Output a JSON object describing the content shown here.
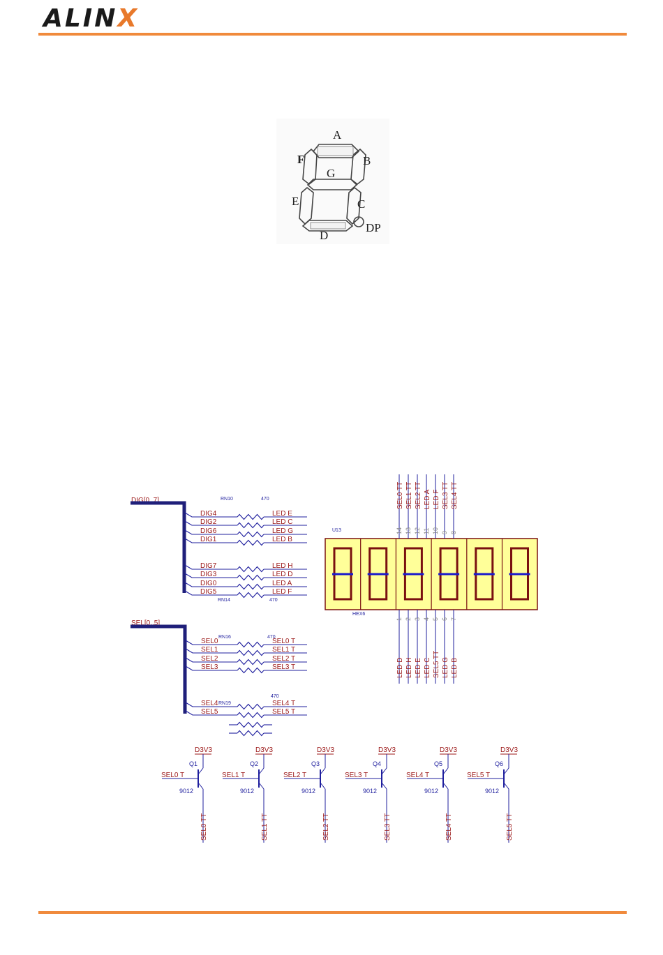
{
  "header": {
    "logo_main": "ALIN",
    "logo_x": "X"
  },
  "colors": {
    "accent": "#f08a3c",
    "wire": "#1f1f9e",
    "label": "#9c1a1a",
    "bus": "#1f1f7a",
    "display_fill": "#ffff99",
    "segment_border": "#7a1010",
    "segment_lit": "#1a1acc"
  },
  "seg_diagram": {
    "labels": {
      "A": "A",
      "B": "B",
      "C": "C",
      "D": "D",
      "E": "E",
      "F": "F",
      "G": "G",
      "DP": "DP"
    }
  },
  "schematic": {
    "dig_bus": "DIG[0..7]",
    "sel_bus": "SEL[0..5]",
    "rn10": {
      "ref": "RN10",
      "value": "470"
    },
    "rn14": {
      "ref": "RN14",
      "value": "470"
    },
    "rn16": {
      "ref": "RN16",
      "value": "470"
    },
    "rn19": {
      "ref": "RN19",
      "value": "470"
    },
    "dig_rows": [
      {
        "in": "DIG4",
        "out": "LED_E"
      },
      {
        "in": "DIG2",
        "out": "LED_C"
      },
      {
        "in": "DIG6",
        "out": "LED_G"
      },
      {
        "in": "DIG1",
        "out": "LED_B"
      },
      {
        "in": "DIG7",
        "out": "LED_H"
      },
      {
        "in": "DIG3",
        "out": "LED_D"
      },
      {
        "in": "DIG0",
        "out": "LED_A"
      },
      {
        "in": "DIG5",
        "out": "LED_F"
      }
    ],
    "sel_rows": [
      {
        "in": "SEL0",
        "out": "SEL0_T"
      },
      {
        "in": "SEL1",
        "out": "SEL1_T"
      },
      {
        "in": "SEL2",
        "out": "SEL2_T"
      },
      {
        "in": "SEL3",
        "out": "SEL3_T"
      },
      {
        "in": "SEL4",
        "out": "SEL4_T"
      },
      {
        "in": "SEL5",
        "out": "SEL5_T"
      }
    ],
    "u13": {
      "ref": "U13",
      "part": "HEX6"
    },
    "top_pins": [
      {
        "num": "14",
        "net": "SEL0_TT"
      },
      {
        "num": "13",
        "net": "SEL1_TT"
      },
      {
        "num": "12",
        "net": "SEL2_TT"
      },
      {
        "num": "11",
        "net": "LED_A"
      },
      {
        "num": "10",
        "net": "LED_F"
      },
      {
        "num": "9",
        "net": "SEL3_TT"
      },
      {
        "num": "8",
        "net": "SEL4_TT"
      }
    ],
    "bottom_pins": [
      {
        "num": "1",
        "net": "LED_D"
      },
      {
        "num": "2",
        "net": "LED_H"
      },
      {
        "num": "3",
        "net": "LED_E"
      },
      {
        "num": "4",
        "net": "LED_C"
      },
      {
        "num": "5",
        "net": "SEL5_TT"
      },
      {
        "num": "6",
        "net": "LED_G"
      },
      {
        "num": "7",
        "net": "LED_B"
      }
    ],
    "transistors": [
      {
        "ref": "Q1",
        "part": "9012",
        "supply": "D3V3",
        "base": "SEL0_T",
        "collector": "SEL0_TT"
      },
      {
        "ref": "Q2",
        "part": "9012",
        "supply": "D3V3",
        "base": "SEL1_T",
        "collector": "SEL1_TT"
      },
      {
        "ref": "Q3",
        "part": "9012",
        "supply": "D3V3",
        "base": "SEL2_T",
        "collector": "SEL2_TT"
      },
      {
        "ref": "Q4",
        "part": "9012",
        "supply": "D3V3",
        "base": "SEL3_T",
        "collector": "SEL3_TT"
      },
      {
        "ref": "Q5",
        "part": "9012",
        "supply": "D3V3",
        "base": "SEL4_T",
        "collector": "SEL4_TT"
      },
      {
        "ref": "Q6",
        "part": "9012",
        "supply": "D3V3",
        "base": "SEL5_T",
        "collector": "SEL5_TT"
      }
    ]
  }
}
